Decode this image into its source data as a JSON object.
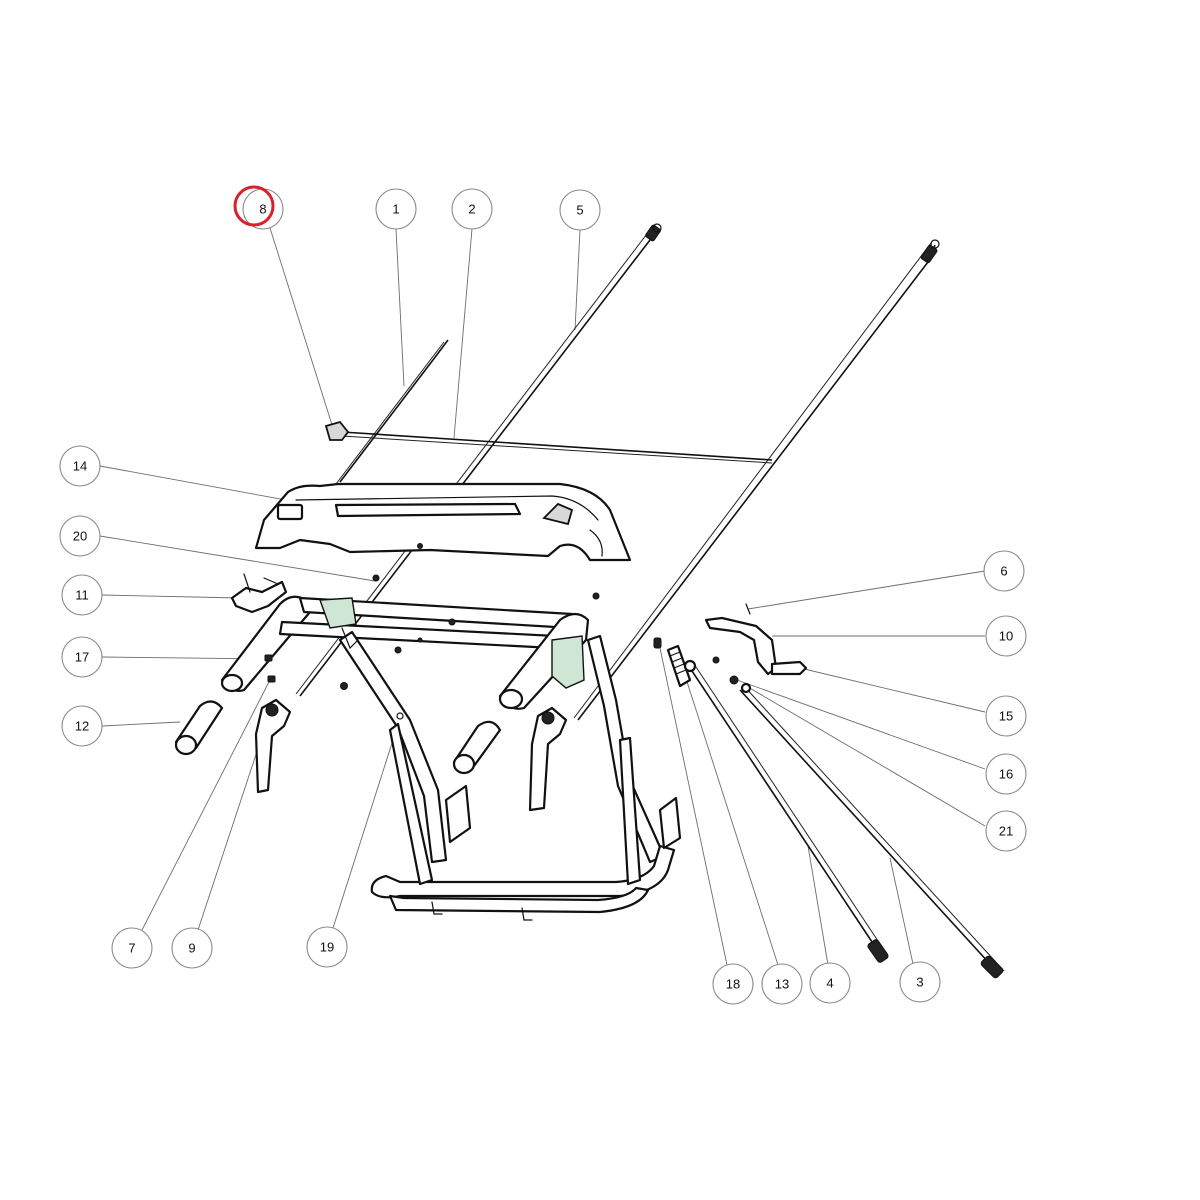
{
  "callouts": [
    {
      "id": "8",
      "label": "8"
    },
    {
      "id": "1",
      "label": "1"
    },
    {
      "id": "2",
      "label": "2"
    },
    {
      "id": "5",
      "label": "5"
    },
    {
      "id": "14",
      "label": "14"
    },
    {
      "id": "20",
      "label": "20"
    },
    {
      "id": "11",
      "label": "11"
    },
    {
      "id": "17",
      "label": "17"
    },
    {
      "id": "12",
      "label": "12"
    },
    {
      "id": "7",
      "label": "7"
    },
    {
      "id": "9",
      "label": "9"
    },
    {
      "id": "19",
      "label": "19"
    },
    {
      "id": "6",
      "label": "6"
    },
    {
      "id": "10",
      "label": "10"
    },
    {
      "id": "15",
      "label": "15"
    },
    {
      "id": "16",
      "label": "16"
    },
    {
      "id": "21",
      "label": "21"
    },
    {
      "id": "18",
      "label": "18"
    },
    {
      "id": "13",
      "label": "13"
    },
    {
      "id": "4",
      "label": "4"
    },
    {
      "id": "3",
      "label": "3"
    }
  ],
  "highlight": {
    "callout": "8",
    "color": "#d9202c"
  },
  "colors": {
    "outline": "#111111",
    "leader": "#6d6d6d",
    "bracket_fill": "#cfe6d5"
  }
}
